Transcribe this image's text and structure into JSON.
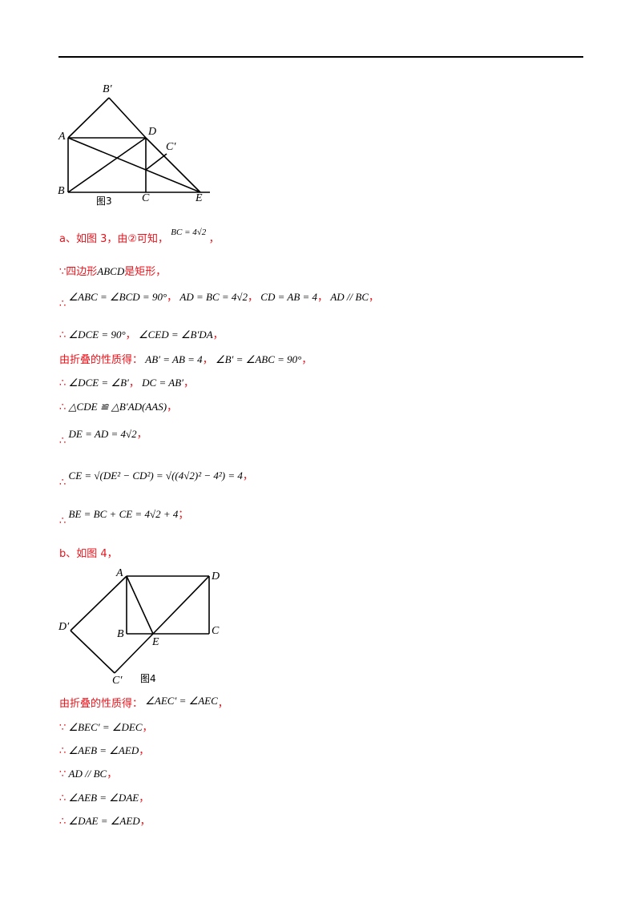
{
  "fig3": {
    "labels": {
      "B_prime": "B′",
      "A": "A",
      "D": "D",
      "C_prime": "C′",
      "B": "B",
      "C": "C",
      "E": "E"
    },
    "caption": "图3"
  },
  "fig4": {
    "labels": {
      "A": "A",
      "D": "D",
      "D_prime": "D′",
      "B": "B",
      "E": "E",
      "C": "C",
      "C_prime": "C′"
    },
    "caption": "图4"
  },
  "lines": {
    "a_intro": {
      "red": "a、如图 3，由②可知，",
      "math": "BC = 4√2",
      "tail": "，"
    },
    "l2": {
      "red1": "∵四边形",
      "math": "ABCD",
      "red2": "是矩形，"
    },
    "l3": {
      "sym": "∴",
      "m1": "∠ABC = ∠BCD = 90°",
      "m2": "AD = BC = 4√2",
      "m3": "CD = AB = 4",
      "m4": "AD // BC",
      "sep": "，"
    },
    "l4": {
      "sym": "∴",
      "m1": "∠DCE = 90°",
      "m2": "∠CED = ∠B′DA",
      "sep": "，"
    },
    "l5": {
      "red": "由折叠的性质得：",
      "m1": "AB′ = AB = 4",
      "m2": "∠B′ = ∠ABC = 90°",
      "sep": "，"
    },
    "l6": {
      "sym": "∴",
      "m1": "∠DCE = ∠B′",
      "m2": "DC = AB′",
      "sep": "，"
    },
    "l7": {
      "sym": "∴",
      "m1": "△CDE ≌ △B′AD(AAS)",
      "sep": "，"
    },
    "l8": {
      "sym": "∴",
      "m1": "DE = AD = 4√2",
      "sep": "，"
    },
    "l9": {
      "sym": "∴",
      "m1": "CE = √(DE² − CD²) = √((4√2)² − 4²) = 4",
      "sep": "，"
    },
    "l10": {
      "sym": "∴",
      "m1": "BE = BC + CE = 4√2 + 4",
      "sep": "；"
    },
    "b_intro": {
      "red": "b、如图 4，"
    },
    "l12": {
      "red": "由折叠的性质得：",
      "m1": "∠AEC′ = ∠AEC",
      "sep": "，"
    },
    "l13": {
      "sym": "∵",
      "m1": "∠BEC′ = ∠DEC",
      "sep": "，"
    },
    "l14": {
      "sym": "∴",
      "m1": "∠AEB = ∠AED",
      "sep": "，"
    },
    "l15": {
      "sym": "∵",
      "m1": "AD // BC",
      "sep": "，"
    },
    "l16": {
      "sym": "∴",
      "m1": "∠AEB = ∠DAE",
      "sep": "，"
    },
    "l17": {
      "sym": "∴",
      "m1": "∠DAE = ∠AED",
      "sep": "，"
    }
  }
}
